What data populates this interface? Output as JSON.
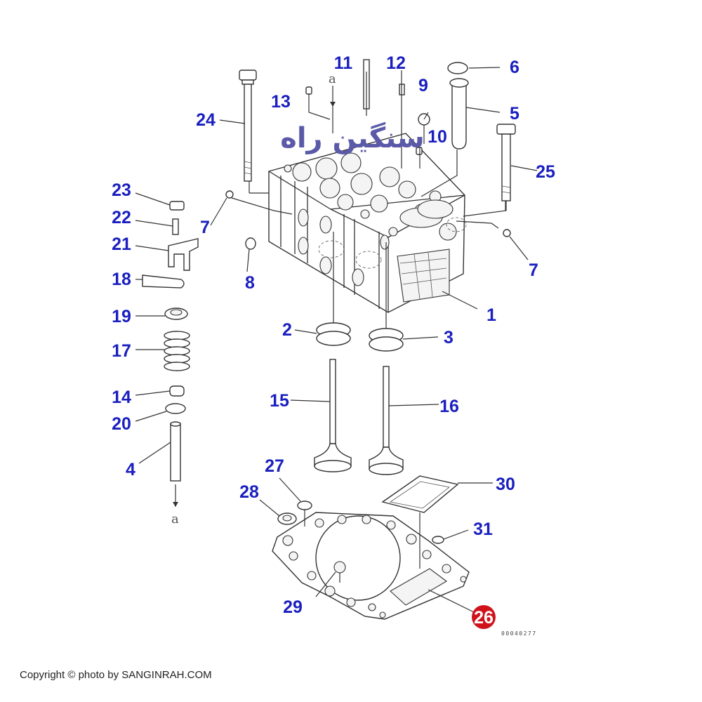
{
  "logo": {
    "text": "سنگین راه"
  },
  "reference_mark": "a",
  "drawing_code": "00040277",
  "highlight_part": "26",
  "highlight_color": "#d0121b",
  "part_label_color": "#1a1fbf",
  "copyright": "Copyright © photo by SANGINRAH.COM",
  "parts": [
    {
      "id": "p1",
      "num": "1"
    },
    {
      "id": "p2",
      "num": "2"
    },
    {
      "id": "p3",
      "num": "3"
    },
    {
      "id": "p4",
      "num": "4"
    },
    {
      "id": "p5",
      "num": "5"
    },
    {
      "id": "p6",
      "num": "6"
    },
    {
      "id": "p7a",
      "num": "7"
    },
    {
      "id": "p7b",
      "num": "7"
    },
    {
      "id": "p8",
      "num": "8"
    },
    {
      "id": "p9",
      "num": "9"
    },
    {
      "id": "p10",
      "num": "10"
    },
    {
      "id": "p11",
      "num": "11"
    },
    {
      "id": "p12",
      "num": "12"
    },
    {
      "id": "p13",
      "num": "13"
    },
    {
      "id": "p14",
      "num": "14"
    },
    {
      "id": "p15",
      "num": "15"
    },
    {
      "id": "p16",
      "num": "16"
    },
    {
      "id": "p17",
      "num": "17"
    },
    {
      "id": "p18",
      "num": "18"
    },
    {
      "id": "p19",
      "num": "19"
    },
    {
      "id": "p20",
      "num": "20"
    },
    {
      "id": "p21",
      "num": "21"
    },
    {
      "id": "p22",
      "num": "22"
    },
    {
      "id": "p23",
      "num": "23"
    },
    {
      "id": "p24",
      "num": "24"
    },
    {
      "id": "p25",
      "num": "25"
    },
    {
      "id": "p27",
      "num": "27"
    },
    {
      "id": "p28",
      "num": "28"
    },
    {
      "id": "p29",
      "num": "29"
    },
    {
      "id": "p30",
      "num": "30"
    },
    {
      "id": "p31",
      "num": "31"
    }
  ]
}
